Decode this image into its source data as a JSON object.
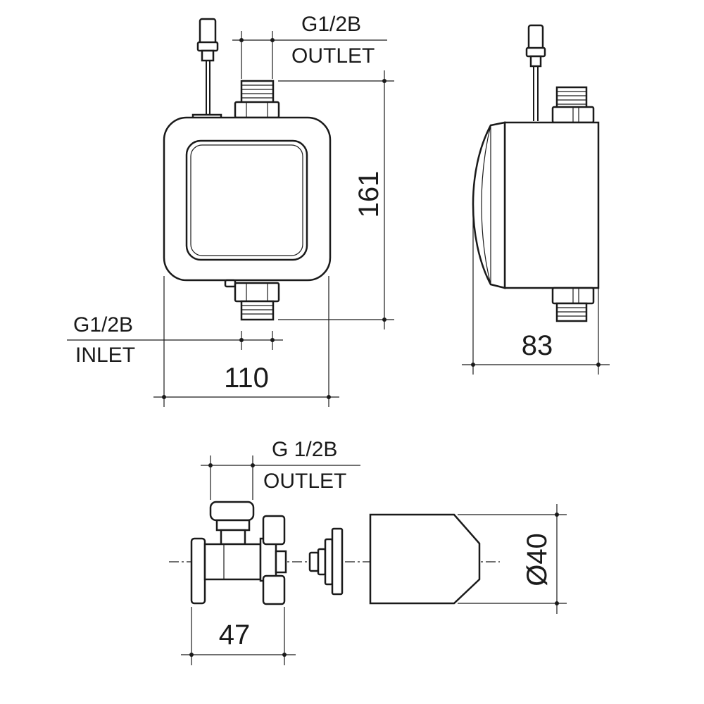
{
  "front_view": {
    "outlet_thread": "G1/2B",
    "outlet_label": "OUTLET",
    "inlet_thread": "G1/2B",
    "inlet_label": "INLET",
    "height_dim": "161",
    "width_dim": "110"
  },
  "side_view": {
    "depth_dim": "83"
  },
  "valve_view": {
    "outlet_thread": "G 1/2B",
    "outlet_label": "OUTLET",
    "length_dim": "47",
    "diameter_dim": "Ø40"
  }
}
